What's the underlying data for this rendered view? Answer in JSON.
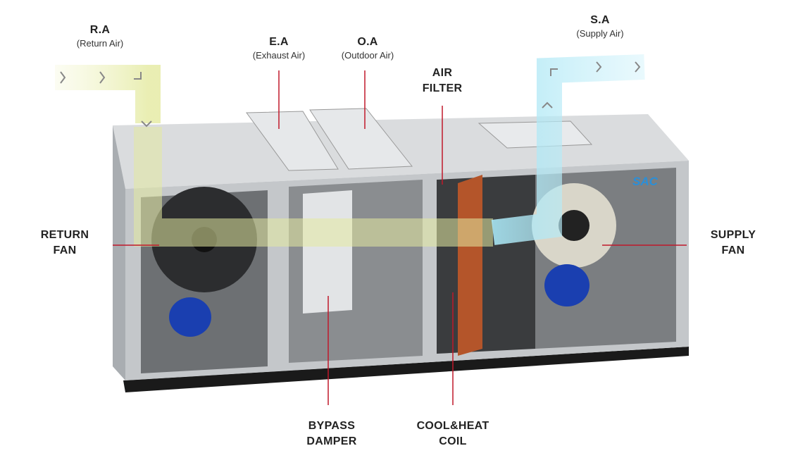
{
  "labels": {
    "ra": {
      "title": "R.A",
      "sub": "(Return Air)"
    },
    "ea": {
      "title": "E.A",
      "sub": "(Exhaust Air)"
    },
    "oa": {
      "title": "O.A",
      "sub": "(Outdoor Air)"
    },
    "sa": {
      "title": "S.A",
      "sub": "(Supply Air)"
    },
    "air_filter": {
      "line1": "AIR",
      "line2": "FILTER"
    },
    "return_fan": {
      "line1": "RETURN",
      "line2": "FAN"
    },
    "supply_fan": {
      "line1": "SUPPLY",
      "line2": "FAN"
    },
    "bypass_damper": {
      "line1": "BYPASS",
      "line2": "DAMPER"
    },
    "coil": {
      "line1": "COOL&HEAT",
      "line2": "COIL"
    }
  },
  "logo": "SAC",
  "colors": {
    "leader": "#c0182a",
    "return_air": "#e4eaa0",
    "supply_air": "#a8e6f4",
    "motor": "#1a3fb0",
    "coil": "#b4552a"
  }
}
